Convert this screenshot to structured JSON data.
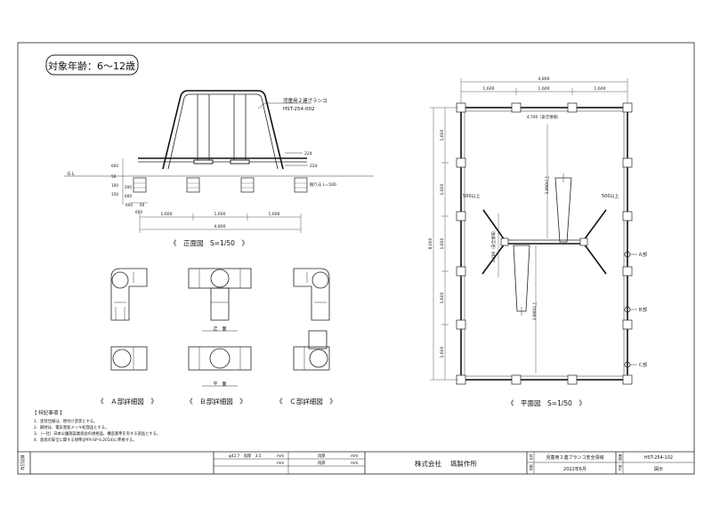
{
  "target_age": "対象年齢：6～12歳",
  "front_view": {
    "product_name": "児童用２連ブランコ",
    "product_code": "HST-254-002",
    "gl_label": "ＧＬ",
    "dims_h_top": [
      "224",
      "224"
    ],
    "dims_v_left": [
      "600",
      "50",
      "100",
      "150",
      "600",
      "200"
    ],
    "bottom_dims": [
      "600",
      "60",
      "600"
    ],
    "foundation_note": "掘り込 L=500",
    "span_dims": [
      "1,600",
      "1,600",
      "1,600"
    ],
    "total_dim": "4,800",
    "caption": "《　正面図　S=1/50　》"
  },
  "details": {
    "front_label": "正　面",
    "plan_label": "平　面",
    "captions": [
      "《　Ａ部詳細図　》",
      "《　Ｂ部詳細図　》",
      "《　Ｃ部詳細図　》"
    ]
  },
  "notes": {
    "title": "【 特記事項 】",
    "items": [
      "1．塗装仕様は、焼付け塗装とする。",
      "2．鋼材は、電気亜鉛メッキ処理品とする。",
      "3．（一社）日本公園施設業協会の規格品、構造基準を有する部品とする。",
      "4．遊具の安全に関する規準(JPFA-SP-S:2014)に準拠する。"
    ]
  },
  "plan_view": {
    "top_total": "4,800",
    "top_spans": [
      "1,600",
      "1,600",
      "1,600"
    ],
    "safety_zone_top": "4,700（安全領域）",
    "left_total": "8,000",
    "left_spans": [
      "1,600",
      "1,600",
      "1,600",
      "1,600",
      "1,600"
    ],
    "center_top": "3,000以上",
    "center_mid": "2,700（安全領域）",
    "center_bottom": "3,000以上",
    "left_clear": "500以上",
    "right_clear": "500以上",
    "part_labels": [
      "Ａ部",
      "Ｂ部",
      "Ｃ部"
    ],
    "caption": "《　平面図　S=1/50　》"
  },
  "title_block": {
    "side_label": "改訂記録",
    "material_1": "φ42.7　肉厚　3.5",
    "unit": "mm",
    "material_2": "肉厚",
    "material_3": "肉厚",
    "company": "株式会社　 塙製作所",
    "name_label": "名称",
    "name_value": "児童用２連ブランコ安全領域",
    "drawing_no_label": "図番",
    "drawing_no": "HST-254-102",
    "date_label": "作図",
    "date_value": "2022年6月",
    "scale_label": "尺度",
    "scale_value": "図示"
  }
}
